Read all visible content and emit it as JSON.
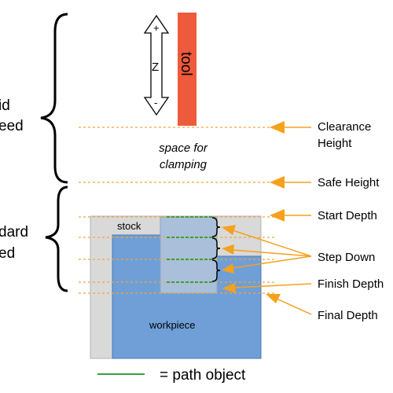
{
  "left_labels": {
    "rapid_top": "id",
    "rapid_bottom": "eed",
    "standard_top": "dard",
    "standard_bottom": "ed"
  },
  "tool": {
    "label": "tool",
    "axis_label": "Z",
    "plus": "+",
    "minus": "-",
    "color": "#ee5a3c"
  },
  "center_labels": {
    "clamping_line1": "space for",
    "clamping_line2": "clamping",
    "stock": "stock",
    "workpiece": "workpiece"
  },
  "right_labels": {
    "clearance_line1": "Clearance",
    "clearance_line2": "Height",
    "safe_height": "Safe Height",
    "start_depth": "Start Depth",
    "step_down": "Step Down",
    "finish_depth": "Finish Depth",
    "final_depth": "Final Depth"
  },
  "legend": {
    "text": "= path object"
  },
  "colors": {
    "arrow": "#f5a11c",
    "dotted": "#f7a33a",
    "stock": "#d9d9d9",
    "workpiece": "#6f9fd6",
    "pocket": "#a9bfda",
    "path": "#3aa13a"
  }
}
